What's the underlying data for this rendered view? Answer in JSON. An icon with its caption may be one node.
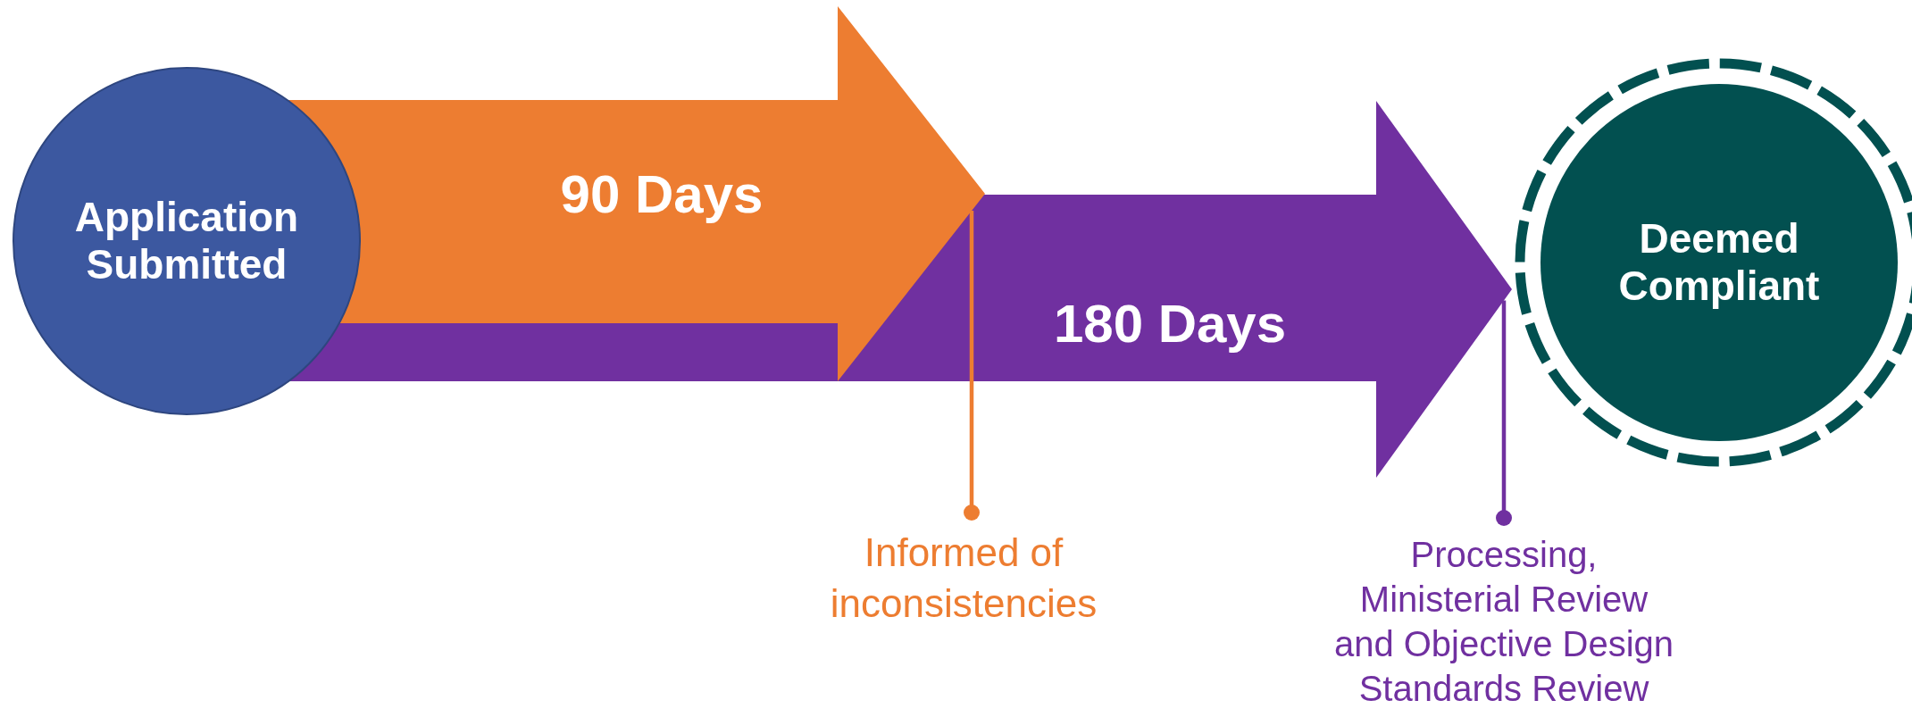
{
  "diagram": {
    "nodes": [
      {
        "text": [
          "Application Submitted"
        ]
      },
      {
        "text": [
          "90 Days"
        ]
      },
      {
        "text": [
          "180 Days"
        ]
      },
      {
        "text": [
          "Deemed Compliant"
        ]
      },
      {
        "text": [
          "Informed of inconsistencies"
        ]
      },
      {
        "text": [
          "Processing, Ministerial Review and Objective Design Standards Review"
        ]
      }
    ],
    "edges": [
      {
        "from": 4,
        "to": 1,
        "arrow": "other",
        "color": "#ed7d31"
      },
      {
        "from": 5,
        "to": 2,
        "arrow": "other",
        "color": "#7030a0"
      }
    ]
  }
}
